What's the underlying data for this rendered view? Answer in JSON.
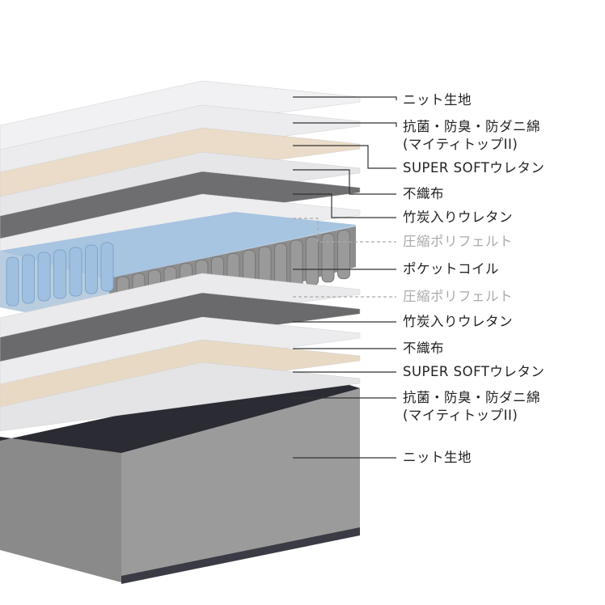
{
  "labels": [
    {
      "text": "ニット生地"
    },
    {
      "text": "抗菌・防臭・防ダニ綿",
      "sub": "(マイティトップII)"
    },
    {
      "text": "SUPER SOFTウレタン"
    },
    {
      "text": "不織布"
    },
    {
      "text": "竹炭入りウレタン"
    },
    {
      "text": "圧縮ポリフェルト"
    },
    {
      "text": "ポケットコイル"
    },
    {
      "text": "圧縮ポリフェルト"
    },
    {
      "text": "竹炭入りウレタン"
    },
    {
      "text": "不織布"
    },
    {
      "text": "SUPER SOFTウレタン"
    },
    {
      "text": "抗菌・防臭・防ダニ綿",
      "sub": "(マイティトップII)"
    },
    {
      "text": "ニット生地"
    }
  ],
  "colors": {
    "text": "#222222",
    "muted": "#aaaaaa",
    "line": "#333333"
  }
}
